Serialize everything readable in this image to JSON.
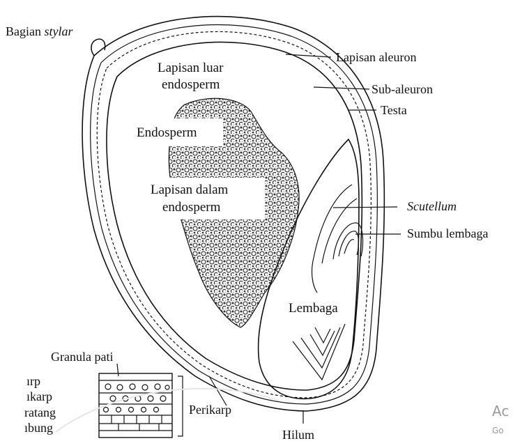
{
  "labels": {
    "bagian_stylar_prefix": "Bagian ",
    "bagian_stylar_italic": "stylar",
    "lapisan_aleuron": "Lapisan aleuron",
    "sub_aleuron": "Sub-aleuron",
    "testa": "Testa",
    "lapisan_luar_line1": "Lapisan luar",
    "lapisan_luar_line2": "endosperm",
    "endosperm": "Endosperm",
    "lapisan_dalam_line1": "Lapisan dalam",
    "lapisan_dalam_line2": "endosperm",
    "scutellum": "Scutellum",
    "sumbu_lembaga": "Sumbu lembaga",
    "lembaga": "Lembaga",
    "granula_pati": "Granula pati",
    "perikarp": "Perikarp",
    "hilum": "Hilum",
    "cut_1": "ırp",
    "cut_2": "ıkarp",
    "cut_3": "ratang",
    "cut_4": "ıbung"
  },
  "watermark": {
    "activate_fragment": "Ac",
    "goto_fragment": "Go"
  }
}
